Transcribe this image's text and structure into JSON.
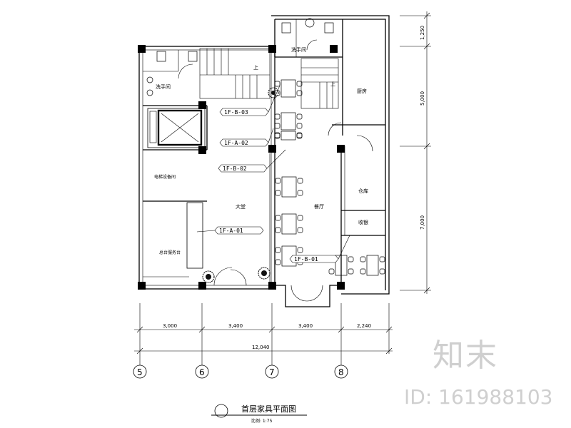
{
  "title": "首层家具平面图",
  "scale": "比例: 1:75",
  "rooms": {
    "washroom_left": "洗手间",
    "washroom_top": "洗手间",
    "kitchen": "厨房",
    "electric_room": "电梯设备间",
    "hall": "大堂",
    "dining": "餐厅",
    "reception": "总台服务台",
    "storage": "仓库",
    "cashier": "收银",
    "stair_up_1": "上",
    "stair_up_2": "上"
  },
  "tags": [
    "1F-B-03",
    "1F-A-02",
    "1F-B-02",
    "1F-A-01",
    "1F-B-01"
  ],
  "dims_bottom": [
    "3,000",
    "3,400",
    "3,400",
    "2,240"
  ],
  "dim_total": "12,040",
  "dims_right": [
    "1,250",
    "5,000",
    "7,000"
  ],
  "axes": [
    "5",
    "6",
    "7",
    "8"
  ],
  "watermark": {
    "logo": "知末",
    "id": "ID: 161988103"
  }
}
